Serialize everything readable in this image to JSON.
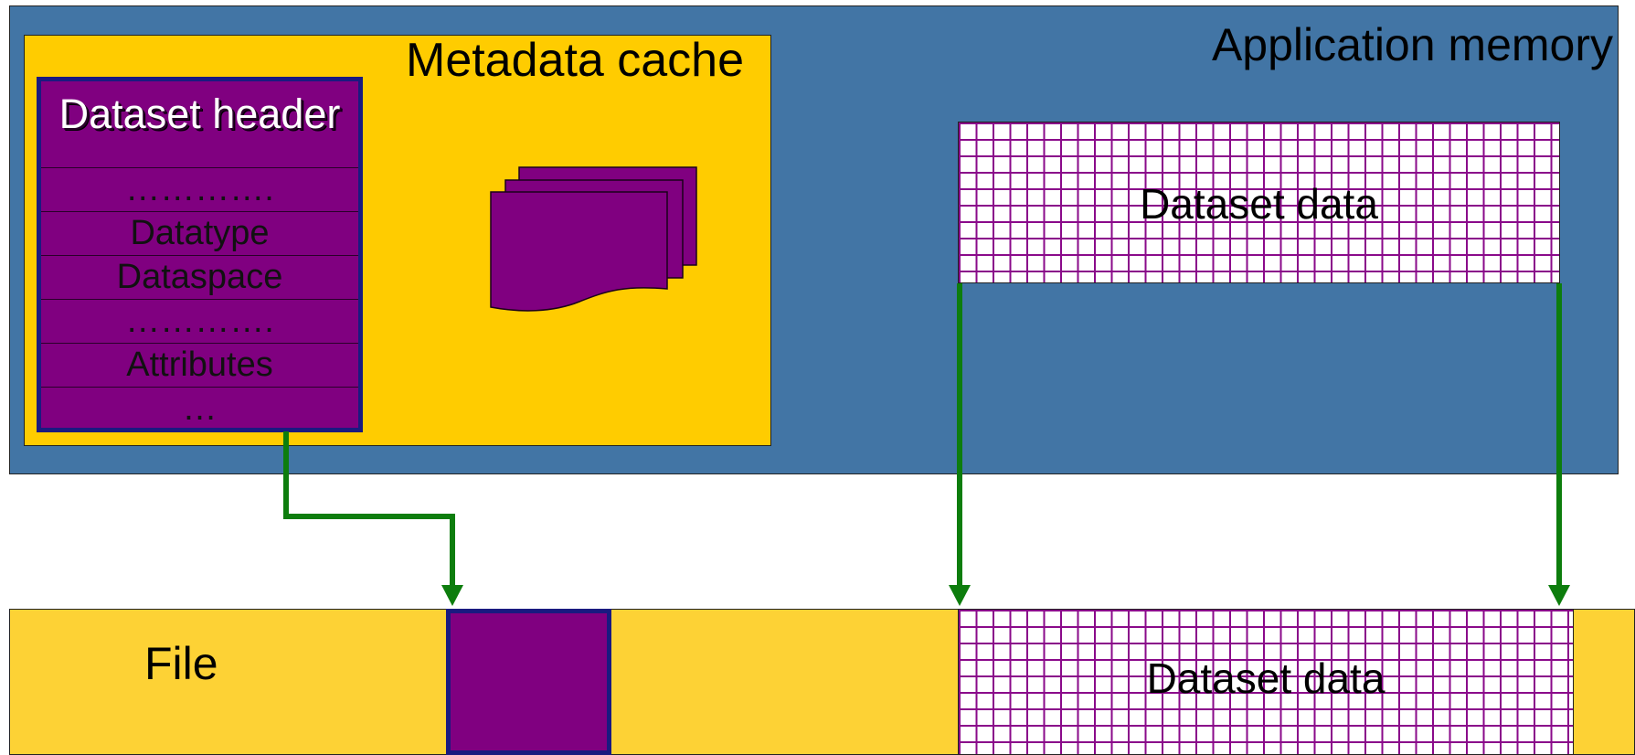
{
  "colors": {
    "app_memory": "#4275a5",
    "metadata_cache": "#ffcc00",
    "file": "#fdd235",
    "header_block": "#800080",
    "header_border": "#1a1a80",
    "arrow": "#0d7d0d",
    "grid_line": "#8a0a8a"
  },
  "app_memory": {
    "title": "Application memory"
  },
  "metadata_cache": {
    "title": "Metadata cache"
  },
  "dataset_header": {
    "title": "Dataset header",
    "rows": [
      "………….",
      "Datatype",
      "Dataspace",
      "………….",
      "Attributes",
      "…"
    ]
  },
  "memory_data": {
    "label": "Dataset data"
  },
  "file": {
    "label": "File"
  },
  "file_data": {
    "label": "Dataset data"
  }
}
